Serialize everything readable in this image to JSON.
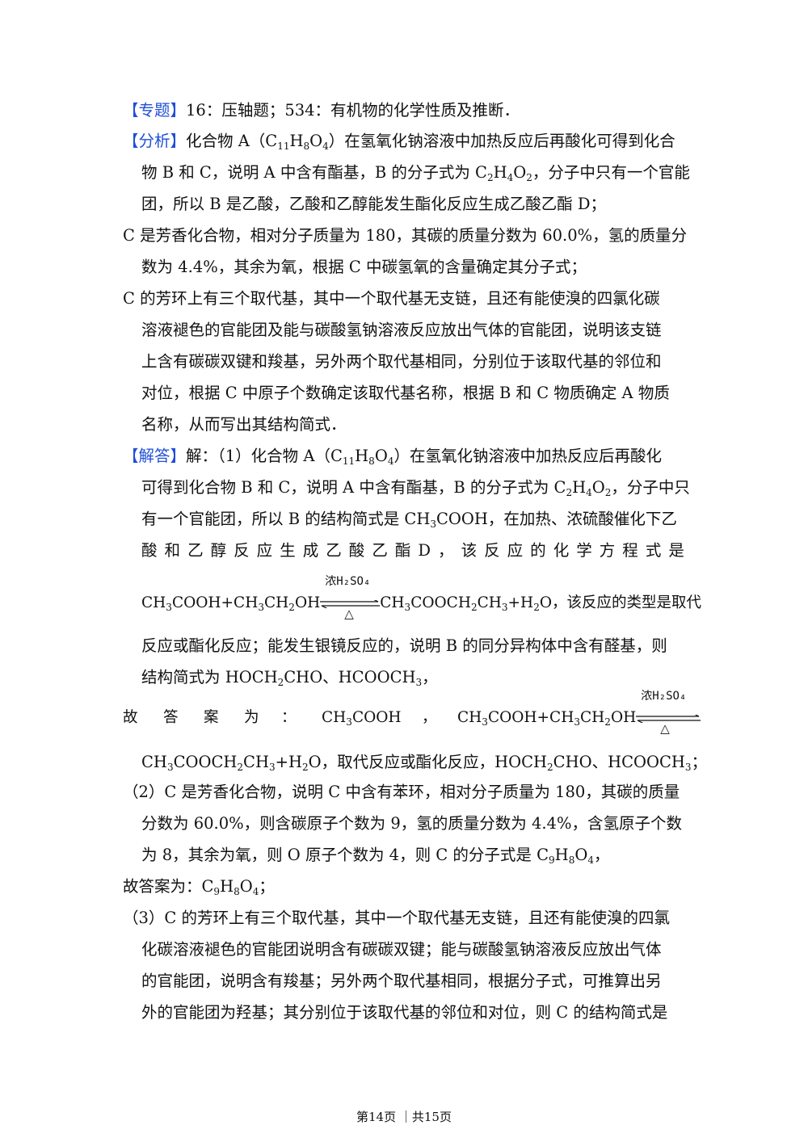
{
  "topic": {
    "tag": "【专题】",
    "text": "16：压轴题；534：有机物的化学性质及推断．"
  },
  "analysis": {
    "tag": "【分析】",
    "l1a": "化合物 A（C",
    "l1b": "11",
    "l1c": "H",
    "l1d": "8",
    "l1e": "O",
    "l1f": "4",
    "l1g": "）在氢氧化钠溶液中加热反应后再酸化可得到化合",
    "l2a": "物 B 和 C，说明 A 中含有酯基，B 的分子式为 C",
    "l2b": "2",
    "l2c": "H",
    "l2d": "4",
    "l2e": "O",
    "l2f": "2",
    "l2g": "，分子中只有一个官能",
    "l3": "团，所以 B 是乙酸，乙酸和乙醇能发生酯化反应生成乙酸乙酯 D；",
    "l4": "C 是芳香化合物，相对分子质量为 180，其碳的质量分数为 60.0%，氢的质量分",
    "l5": "数为 4.4%，其余为氧，根据 C 中碳氢氧的含量确定其分子式；",
    "l6": "C 的芳环上有三个取代基，其中一个取代基无支链，且还有能使溴的四氯化碳",
    "l7": "溶液褪色的官能团及能与碳酸氢钠溶液反应放出气体的官能团，说明该支链",
    "l8": "上含有碳碳双键和羧基，另外两个取代基相同，分别位于该取代基的邻位和",
    "l9": "对位，根据 C 中原子个数确定该取代基名称，根据 B 和 C 物质确定 A 物质",
    "l10": "名称，从而写出其结构简式．"
  },
  "answer": {
    "tag": "【解答】",
    "a1a": "解：（1）化合物 A（C",
    "a1b": "11",
    "a1c": "H",
    "a1d": "8",
    "a1e": "O",
    "a1f": "4",
    "a1g": "）在氢氧化钠溶液中加热反应后再酸化",
    "a2a": "可得到化合物 B 和 C，说明 A 中含有酯基，B 的分子式为 C",
    "a2b": "2",
    "a2c": "H",
    "a2d": "4",
    "a2e": "O",
    "a2f": "2",
    "a2g": "，分子中只",
    "a3a": "有一个官能团，所以 B 的结构简式是 CH",
    "a3b": "3",
    "a3c": "COOH，在加热、浓硫酸催化下乙",
    "a4": [
      "酸",
      "和",
      "乙",
      "醇",
      "反",
      "应",
      "生",
      "成",
      "乙",
      "酸",
      "乙",
      "酯",
      "D",
      "，",
      "该",
      "反",
      "应",
      "的",
      "化",
      "学",
      "方",
      "程",
      "式",
      "是"
    ],
    "cond_top": "浓H₂SO₄",
    "cond_bot": "△",
    "eq1_left_a": "CH",
    "eq1_left_b": "3",
    "eq1_left_c": "COOH+CH",
    "eq1_left_d": "3",
    "eq1_left_e": "CH",
    "eq1_left_f": "2",
    "eq1_left_g": "OH",
    "eq1_right_a": "CH",
    "eq1_right_b": "3",
    "eq1_right_c": "COOCH",
    "eq1_right_d": "2",
    "eq1_right_e": "CH",
    "eq1_right_f": "3",
    "eq1_right_g": "+H",
    "eq1_right_h": "2",
    "eq1_right_i": "O，该反应的类型是取代",
    "a6": "反应或酯化反应；能发生银镜反应的，说明 B 的同分异构体中含有醛基，则",
    "a7a": "结构简式为 HOCH",
    "a7b": "2",
    "a7c": "CHO、HCOOCH",
    "a7d": "3",
    "a7e": "，",
    "f1": [
      "故",
      "答",
      "案",
      "为",
      "："
    ],
    "f1_ans_a": "CH",
    "f1_ans_b": "3",
    "f1_ans_c": "COOH",
    "f1_comma": "，",
    "f2a": "CH",
    "f2b": "3",
    "f2c": "COOCH",
    "f2d": "2",
    "f2e": "CH",
    "f2f": "3",
    "f2g": "+H",
    "f2h": "2",
    "f2i": "O，取代反应或酯化反应，HOCH",
    "f2j": "2",
    "f2k": "CHO、HCOOCH",
    "f2l": "3",
    "f2m": "；",
    "p2_1": "（2）C 是芳香化合物，说明 C 中含有苯环，相对分子质量为 180，其碳的质量",
    "p2_2": "分数为 60.0%，则含碳原子个数为 9，氢的质量分数为 4.4%，含氢原子个数",
    "p2_3a": "为 8，其余为氧，则 O 原子个数为 4，则 C 的分子式是 C",
    "p2_3b": "9",
    "p2_3c": "H",
    "p2_3d": "8",
    "p2_3e": "O",
    "p2_3f": "4",
    "p2_3g": "，",
    "p2_4a": "故答案为：C",
    "p2_4b": "9",
    "p2_4c": "H",
    "p2_4d": "8",
    "p2_4e": "O",
    "p2_4f": "4",
    "p2_4g": "；",
    "p3_1": "（3）C 的芳环上有三个取代基，其中一个取代基无支链，且还有能使溴的四氯",
    "p3_2": "化碳溶液褪色的官能团说明含有碳碳双键；能与碳酸氢钠溶液反应放出气体",
    "p3_3": "的官能团，说明含有羧基；另外两个取代基相同，根据分子式，可推算出另",
    "p3_4": "外的官能团为羟基；其分别位于该取代基的邻位和对位，则 C 的结构简式是"
  },
  "footer": "第14页 ｜共15页",
  "colors": {
    "tag": "#1f4fd6",
    "text": "#111111"
  }
}
